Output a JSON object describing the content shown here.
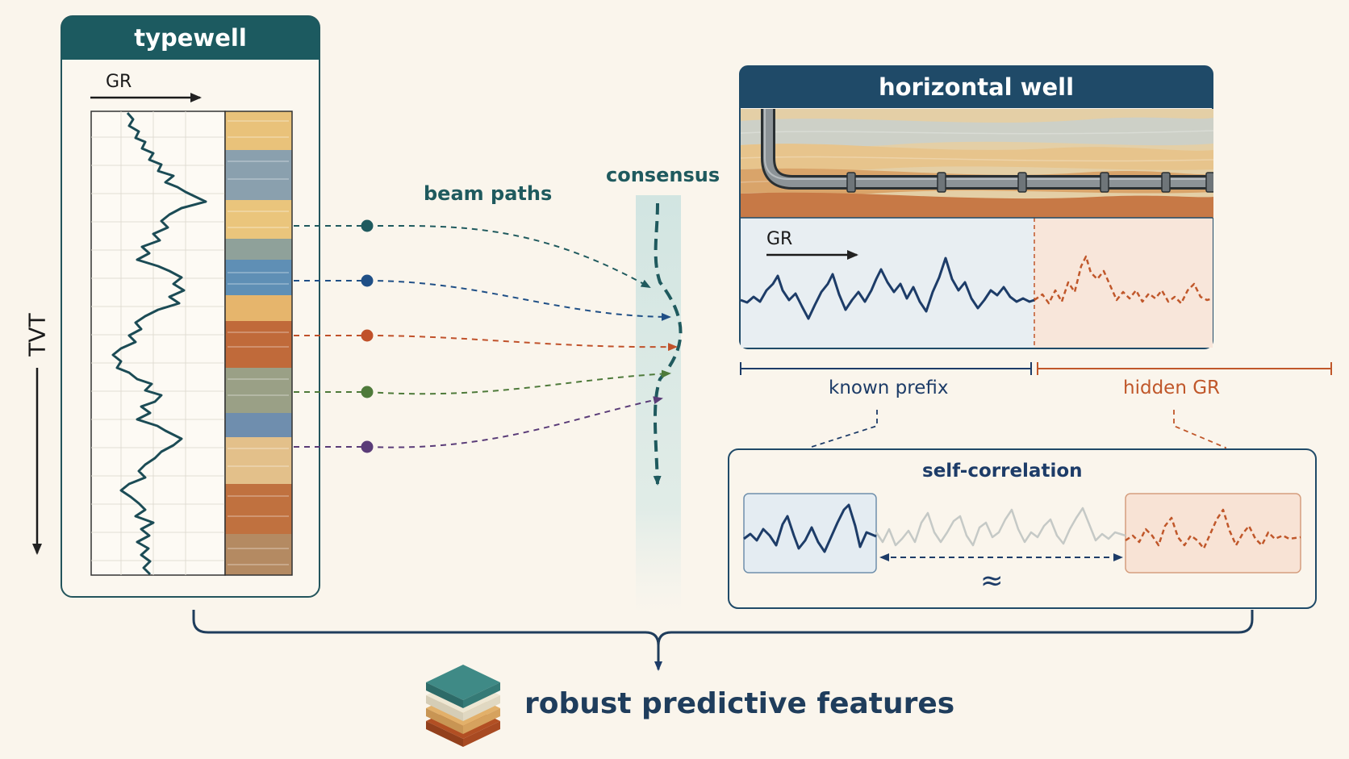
{
  "typewell": {
    "title": "typewell",
    "gr_label": "GR",
    "tvt_label": "TVT"
  },
  "beam_paths": {
    "label": "beam paths"
  },
  "consensus": {
    "label": "consensus"
  },
  "horizontal_well": {
    "title": "horizontal well",
    "gr_label": "GR",
    "known_prefix_label": "known prefix",
    "hidden_gr_label": "hidden GR"
  },
  "self_correlation": {
    "title": "self-correlation",
    "approx_symbol": "≈"
  },
  "output": {
    "label": "robust predictive features"
  },
  "colors": {
    "header_teal": "#1c5a60",
    "header_navy": "#1f4a68",
    "known_blue": "#1d3c68",
    "hidden_orange": "#c0572a",
    "path_teal": "#1f5a5e",
    "path_blue": "#1f4f86",
    "path_orange": "#c0512a",
    "path_green": "#4e7a3a",
    "path_purple": "#5a3c78",
    "background": "#faf5ec"
  }
}
